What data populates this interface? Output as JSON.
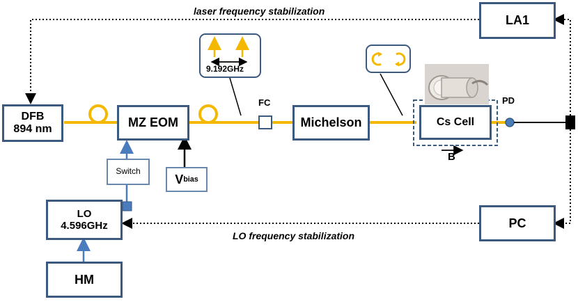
{
  "labels": {
    "laser_stabilization": "laser frequency stabilization",
    "lo_stabilization": "LO frequency stabilization",
    "fc": "FC",
    "pd": "PD",
    "b_field": "B",
    "spectrum_frequency": "9.192GHz"
  },
  "boxes": {
    "dfb_line1": "DFB",
    "dfb_line2": "894 nm",
    "mz_eom": "MZ EOM",
    "michelson": "Michelson",
    "cs_cell": "Cs Cell",
    "la1": "LA1",
    "pc": "PC",
    "lo_line1": "LO",
    "lo_line2": "4.596GHz",
    "hm": "HM",
    "switch": "Switch",
    "vbias_main": "V",
    "vbias_sub": "bias"
  },
  "colors": {
    "fiber": "#f5b800",
    "box_border": "#3c5a80",
    "signal_line": "#4a7bbd",
    "arrow_yellow": "#f5b800",
    "black": "#000000"
  },
  "icons": [
    "fiber-loop-icon",
    "polarization-arrows-icon",
    "cs-cell-photo-icon"
  ]
}
